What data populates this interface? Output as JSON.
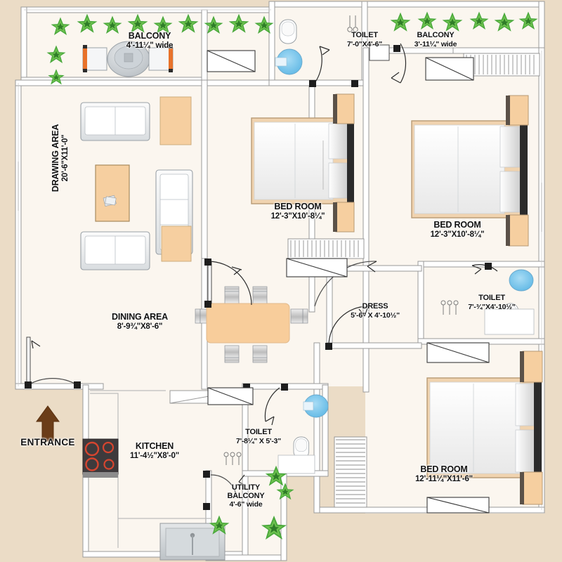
{
  "plan": {
    "title": "Residential Floor Plan",
    "background_color": "#ebdcc6",
    "floor_color": "#fbf6ef",
    "wall_color": "#ffffff",
    "wall_outline_color": "#8a8a8a",
    "furniture_accent_color": "#f6cfa0",
    "entrance_arrow_color": "#6b3d18",
    "plant_color": "#3f9a33",
    "text_color": "#111111"
  },
  "rooms": [
    {
      "id": "balcony-main",
      "name": "BALCONY",
      "dimension": "4'-11¼\" wide"
    },
    {
      "id": "toilet-top",
      "name": "TOILET",
      "dimension": "7'-0\"X4'-6\""
    },
    {
      "id": "balcony-right",
      "name": "BALCONY",
      "dimension": "3'-11¼\" wide"
    },
    {
      "id": "drawing-area",
      "name": "DRAWING AREA",
      "dimension": "20'-6\"X11'-0\""
    },
    {
      "id": "bedroom-1",
      "name": "BED ROOM",
      "dimension": "12'-3\"X10'-8¼\""
    },
    {
      "id": "bedroom-2",
      "name": "BED ROOM",
      "dimension": "12'-3\"X10'-8¼\""
    },
    {
      "id": "toilet-right",
      "name": "TOILET",
      "dimension": "7'-¾\"X4'-10½\""
    },
    {
      "id": "dress",
      "name": "DRESS",
      "dimension": "5'-6\" X 4'-10½\""
    },
    {
      "id": "dining-area",
      "name": "DINING AREA",
      "dimension": "8'-9¾\"X8'-6\""
    },
    {
      "id": "toilet-common",
      "name": "TOILET",
      "dimension": "7'-8¼\" X 5'-3\""
    },
    {
      "id": "bedroom-3",
      "name": "BED ROOM",
      "dimension": "12'-11¼\"X11'-6\""
    },
    {
      "id": "kitchen",
      "name": "KITCHEN",
      "dimension": "11'-4½\"X8'-0\""
    },
    {
      "id": "utility-balcony",
      "name": "UTILITY BALCONY",
      "dimension": "4'-6\" wide"
    }
  ],
  "markers": {
    "entrance_label": "ENTRANCE"
  }
}
